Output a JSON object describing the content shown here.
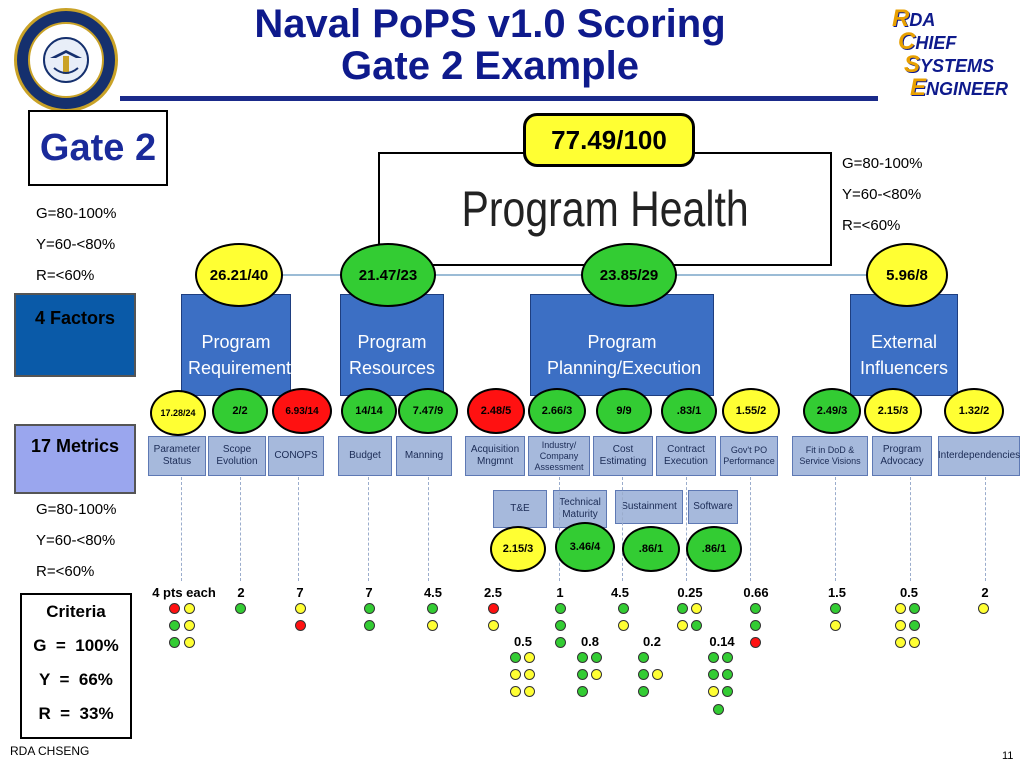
{
  "header": {
    "title_line1": "Naval PoPS v1.0 Scoring",
    "title_line2": "Gate 2 Example",
    "seal_icon": "navy-seal-icon"
  },
  "logo": {
    "lines": [
      {
        "cap": "R",
        "rest": "DA"
      },
      {
        "cap": "C",
        "rest": "HIEF"
      },
      {
        "cap": "S",
        "rest": "YSTEMS"
      },
      {
        "cap": "E",
        "rest": "NGINEER"
      }
    ]
  },
  "gate_label": "Gate 2",
  "legend_top_left": [
    "G=80-100%",
    "Y=60-<80%",
    "R=<60%"
  ],
  "legend_top_right": [
    "G=80-100%",
    "Y=60-<80%",
    "R=<60%"
  ],
  "legend_bottom_left": [
    "G=80-100%",
    "Y=60-<80%",
    "R=<60%"
  ],
  "program_health": {
    "label": "Program Health",
    "score": "77.49/100",
    "color": "yellow"
  },
  "side_labels": {
    "factors": "4 Factors",
    "metrics": "17 Metrics"
  },
  "factors": [
    {
      "name": "Program Requirements",
      "score": "26.21/40",
      "color": "yellow"
    },
    {
      "name": "Program Resources",
      "score": "21.47/23",
      "color": "green"
    },
    {
      "name": "Program Planning/Execution",
      "score": "23.85/29",
      "color": "green"
    },
    {
      "name": "External Influencers",
      "score": "5.96/8",
      "color": "yellow"
    }
  ],
  "metrics": [
    {
      "name": "Parameter Status",
      "score": "17.28/24",
      "color": "yellow",
      "points": "4 pts each"
    },
    {
      "name": "Scope Evolution",
      "score": "2/2",
      "color": "green",
      "points": "2"
    },
    {
      "name": "CONOPS",
      "score": "6.93/14",
      "color": "red",
      "points": "7"
    },
    {
      "name": "Budget",
      "score": "14/14",
      "color": "green",
      "points": "7"
    },
    {
      "name": "Manning",
      "score": "7.47/9",
      "color": "green",
      "points": "4.5"
    },
    {
      "name": "Acquisition Mngmnt",
      "score": "2.48/5",
      "color": "red",
      "points": "2.5"
    },
    {
      "name": "Industry/ Company Assessment",
      "score": "2.66/3",
      "color": "green",
      "points": "1"
    },
    {
      "name": "Cost Estimating",
      "score": "9/9",
      "color": "green",
      "points": "4.5"
    },
    {
      "name": "Contract Execution",
      "score": ".83/1",
      "color": "green",
      "points": "0.25"
    },
    {
      "name": "Gov't PO Performance",
      "score": "1.55/2",
      "color": "yellow",
      "points": "0.66"
    },
    {
      "name": "Fit in DoD & Service Visions",
      "score": "2.49/3",
      "color": "green",
      "points": "1.5"
    },
    {
      "name": "Program Advocacy",
      "score": "2.15/3",
      "color": "yellow",
      "points": "0.5"
    },
    {
      "name": "Interdependencies",
      "score": "1.32/2",
      "color": "yellow",
      "points": "2"
    }
  ],
  "sub_metrics": [
    {
      "name": "T&E",
      "score": "2.15/3",
      "color": "yellow",
      "points": "0.5"
    },
    {
      "name": "Technical Maturity",
      "score": "3.46/4",
      "color": "green",
      "points": "0.8"
    },
    {
      "name": "Sustainment",
      "score": ".86/1",
      "color": "green",
      "points": "0.2"
    },
    {
      "name": "Software",
      "score": ".86/1",
      "color": "green",
      "points": "0.14"
    }
  ],
  "criteria": {
    "title": "Criteria",
    "rows": [
      "G  =  100%",
      "Y  =  66%",
      "R  =  33%"
    ]
  },
  "colors": {
    "green": "#33cc33",
    "yellow": "#ffff33",
    "red": "#ff1111",
    "factor_blue": "#3c6fc4",
    "metric_blue": "#a6b9dc",
    "title_blue": "#0e1a8c"
  },
  "footer": {
    "org": "RDA CHSENG",
    "page": "11"
  }
}
